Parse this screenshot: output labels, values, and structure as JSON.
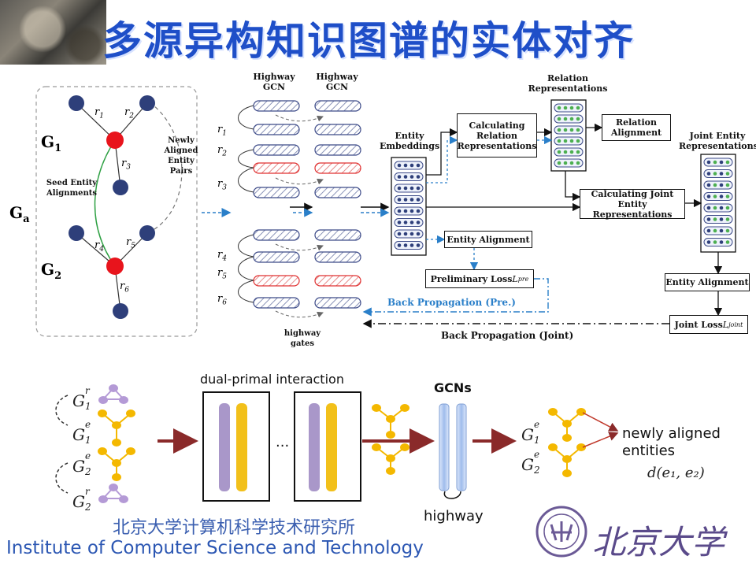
{
  "slide": {
    "title": "多源异构知识图谱的实体对齐",
    "footer_cn": "北京大学计算机科学技术研究所",
    "footer_en": "Institute of Computer Science and Technology",
    "university_cn": "北京大学"
  },
  "left_graph": {
    "ga": "G",
    "ga_sub": "a",
    "g1": "G",
    "g1_sub": "1",
    "g2": "G",
    "g2_sub": "2",
    "seed": "Seed Entity\nAlignments",
    "newly": "Newly\nAligned\nEntity\nPairs",
    "r1": "r",
    "r1_sub": "1",
    "r2": "r",
    "r2_sub": "2",
    "r3": "r",
    "r3_sub": "3",
    "r4": "r",
    "r4_sub": "4",
    "r5": "r",
    "r5_sub": "5",
    "r6": "r",
    "r6_sub": "6"
  },
  "highway": {
    "col1": "Highway\nGCN",
    "col2": "Highway\nGCN",
    "gates": "highway\ngates",
    "r_labels": [
      {
        "t": "r",
        "s": "1"
      },
      {
        "t": "r",
        "s": "2"
      },
      {
        "t": "r",
        "s": "3"
      },
      {
        "t": "r",
        "s": "4"
      },
      {
        "t": "r",
        "s": "5"
      },
      {
        "t": "r",
        "s": "6"
      }
    ]
  },
  "pipeline": {
    "entity_embeddings": "Entity\nEmbeddings",
    "calc_relation": "Calculating\nRelation\nRepresentations",
    "relation_repr": "Relation\nRepresentations",
    "relation_alignment": "Relation\nAlignment",
    "calc_joint": "Calculating Joint\nEntity Representations",
    "joint_entity_repr": "Joint Entity\nRepresentations",
    "entity_alignment_1": "Entity Alignment",
    "entity_alignment_2": "Entity Alignment",
    "prelim_loss": "Preliminary Loss ",
    "prelim_loss_var": "L",
    "prelim_loss_sub": "pre",
    "joint_loss": "Joint Loss ",
    "joint_loss_var": "L",
    "joint_loss_sub": "joint",
    "bp_pre": "Back Propagation (Pre.)",
    "bp_joint": "Back Propagation (Joint)"
  },
  "bottom": {
    "dual_primal": "dual-primal interaction",
    "gcns": "GCNs",
    "highway": "highway",
    "newly_aligned": "newly aligned\nentities",
    "ellipsis": "···",
    "g1r": "G",
    "g1r_sup": "r",
    "g1r_sub": "1",
    "g1e": "G",
    "g1e_sup": "e",
    "g1e_sub": "1",
    "g2e": "G",
    "g2e_sup": "e",
    "g2e_sub": "2",
    "g2r": "G",
    "g2r_sup": "r",
    "g2r_sub": "2",
    "g1e_right": "G",
    "g1e_right_sup": "e",
    "g1e_right_sub": "1",
    "g2e_right": "G",
    "g2e_right_sup": "e",
    "g2e_right_sub": "2",
    "distance": "d(e₁, e₂)"
  },
  "colors": {
    "title_blue": "#1f4fc8",
    "node_navy": "#2e3f7a",
    "node_red": "#e8141c",
    "green_link": "#2ea043",
    "highlight_red": "#e03030",
    "dashed_blue": "#2a7fc9",
    "node_yellow": "#f4b800",
    "node_lavender": "#b49ad6",
    "bar_purple": "#a997c9",
    "bar_yellow": "#f2c01a",
    "arrow_maroon": "#8a2a2a",
    "gcn_blue": "#b9d0f2"
  },
  "icons": [
    "pku-seal-icon",
    "campus-photo-icon"
  ]
}
